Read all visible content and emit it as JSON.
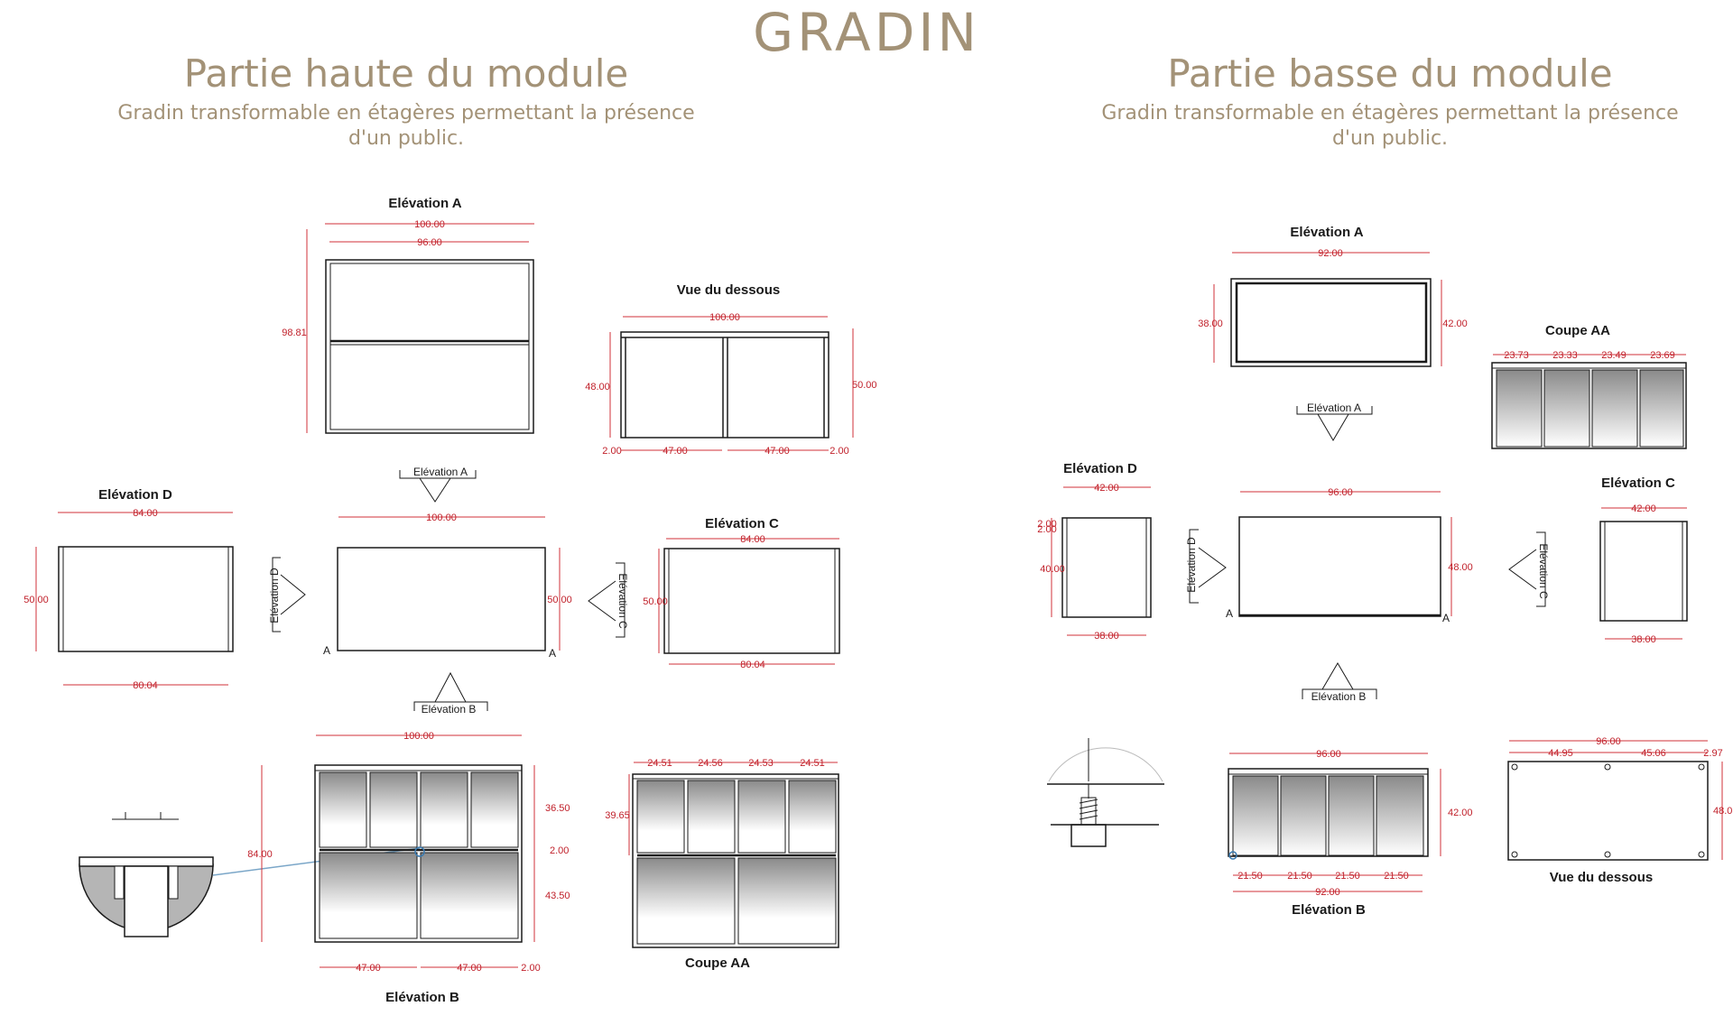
{
  "header": {
    "title": "GRADIN",
    "left_subtitle": "Partie haute du module",
    "left_description": "Gradin transformable en étagères permettant la présence d'un public.",
    "right_subtitle": "Partie basse du module",
    "right_description": "Gradin transformable en étagères permettant la présence d'un public."
  },
  "labels": {
    "elevation_a": "Elévation A",
    "elevation_b": "Elévation B",
    "elevation_c": "Elévation C",
    "elevation_d": "Elévation D",
    "vue_dessous": "Vue du dessous",
    "coupe_aa": "Coupe AA",
    "letter_a": "A"
  },
  "left_dims": {
    "elevA_w1": "100.00",
    "elevA_w2": "96.00",
    "elevA_h": "98.81",
    "vd_w": "100.00",
    "vd_h_left": "48.00",
    "vd_h_right": "50.00",
    "vd_b1": "2.00",
    "vd_b2": "47.00",
    "vd_b3": "47.00",
    "vd_b4": "2.00",
    "ed_w": "84.00",
    "ed_h": "50.00",
    "ed_b": "80.04",
    "plan_w": "100.00",
    "plan_h": "50.00",
    "ec_w": "84.00",
    "ec_h": "50.00",
    "ec_b": "80.04",
    "eb_w": "100.00",
    "eb_h": "84.00",
    "eb_r1": "36.50",
    "eb_r2": "2.00",
    "eb_r3": "43.50",
    "eb_b1": "47.00",
    "eb_b2": "47.00",
    "eb_b3": "2.00",
    "caa_t1": "24.51",
    "caa_t2": "24.56",
    "caa_t3": "24.53",
    "caa_t4": "24.51",
    "caa_h": "39.65"
  },
  "right_dims": {
    "elevA_w": "92.00",
    "elevA_hl": "38.00",
    "elevA_hr": "42.00",
    "caa_t1": "23.73",
    "caa_t2": "23.33",
    "caa_t3": "23.49",
    "caa_t4": "23.69",
    "ed_w": "42.00",
    "ed_s1": "2.00",
    "ed_s2": "2.00",
    "ed_h": "40.00",
    "ed_b": "38.00",
    "plan_w": "96.00",
    "plan_h": "48.00",
    "ec_w": "42.00",
    "ec_b": "38.00",
    "eb_w": "96.00",
    "eb_h": "42.00",
    "eb_b1": "21.50",
    "eb_b2": "21.50",
    "eb_b3": "21.50",
    "eb_b4": "21.50",
    "eb_b5": "92.00",
    "vd_w": "96.00",
    "vd_p1": "44.95",
    "vd_p2": "45.06",
    "vd_p3": "2.97",
    "vd_h": "48.0"
  },
  "colors": {
    "accent": "#a39277",
    "dimension": "#c0202a",
    "line": "#1a1a1a"
  }
}
